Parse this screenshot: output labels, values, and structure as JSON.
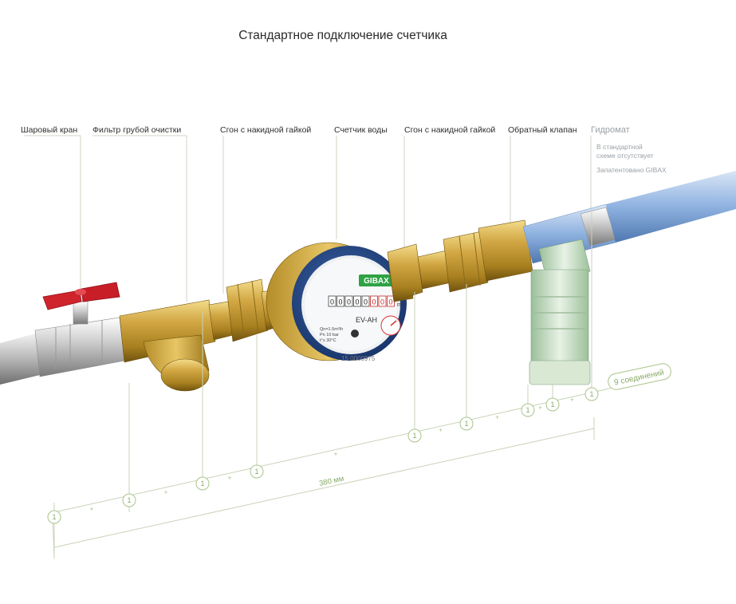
{
  "title": "Стандартное подключение счетчика",
  "labels": {
    "ball_valve": "Шаровый кран",
    "coarse_filter": "Фильтр грубой очистки",
    "union_nut_left": "Сгон с накидной гайкой",
    "water_meter": "Счетчик воды",
    "union_nut_right": "Сгон с накидной гайкой",
    "check_valve": "Обратный клапан",
    "hydromat": "Гидромат"
  },
  "hydromat_note": {
    "line1": "В стандартной",
    "line2": "схеме отсутствует",
    "line3": "Запатентовано GIBAX"
  },
  "meter_face": {
    "brand": "GIBAX",
    "digits": [
      "0",
      "0",
      "0",
      "0",
      "0",
      "0",
      "0",
      "0"
    ],
    "unit": "m³",
    "model": "EV-AH",
    "spec1": "Qn=1.5m³/h",
    "spec2": "Pn 10 bar",
    "spec3": "t°≤ 30°C",
    "serial": "15 0000975"
  },
  "connections": {
    "marker": "1",
    "count": 9,
    "total_label": "9 соединений"
  },
  "dimension": "380 мм",
  "colors": {
    "accent_green": "#88aa66",
    "brass": "#c9a13b",
    "pipe_blue": "#7fa6d8",
    "valve_red": "#c81e28"
  }
}
